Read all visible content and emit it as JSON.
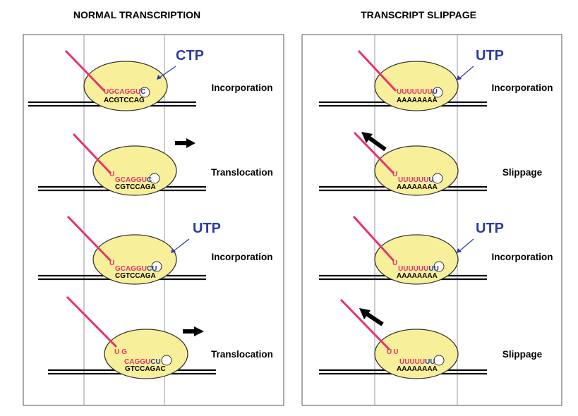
{
  "colors": {
    "rna": "#e8336e",
    "nucleotide": "#2b3aa8",
    "polymerase_fill": "#f7ef9a",
    "polymerase_stroke": "#333333",
    "dna": "#000000",
    "panel_border": "#555555",
    "lane_line": "#999999"
  },
  "panels": [
    {
      "title": "NORMAL TRANSCRIPTION",
      "steps": [
        {
          "label": "Incorporation",
          "nucleotide": "CTP",
          "arrow": "",
          "rna_red": "UGCAGGU",
          "rna_blue": "C",
          "overhang": "",
          "dna": "ACGTCCAG"
        },
        {
          "label": "Translocation",
          "nucleotide": "",
          "arrow": "right",
          "rna_red": "GCAGGU",
          "rna_blue": "C",
          "overhang": "U",
          "dna": "CGTCCAGA"
        },
        {
          "label": "Incorporation",
          "nucleotide": "UTP",
          "arrow": "",
          "rna_red": "GCAGGU",
          "rna_blue": "CU",
          "overhang": "U",
          "dna": "CGTCCAGA"
        },
        {
          "label": "Translocation",
          "nucleotide": "",
          "arrow": "right",
          "rna_red": "CAGGU",
          "rna_blue": "CU",
          "overhang": "UG",
          "dna": "GTCCAGAC"
        }
      ]
    },
    {
      "title": "TRANSCRIPT SLIPPAGE",
      "steps": [
        {
          "label": "Incorporation",
          "nucleotide": "UTP",
          "arrow": "",
          "rna_red": "UUUUUUU",
          "rna_blue": "U",
          "overhang": "",
          "dna": "AAAAAAAA"
        },
        {
          "label": "Slippage",
          "nucleotide": "",
          "arrow": "up-left",
          "rna_red": "UUUUUU",
          "rna_blue": "U",
          "overhang": "U",
          "dna": "AAAAAAAA"
        },
        {
          "label": "Incorporation",
          "nucleotide": "UTP",
          "arrow": "",
          "rna_red": "UUUUUU",
          "rna_blue": "UU",
          "overhang": "U",
          "dna": "AAAAAAAA"
        },
        {
          "label": "Slippage",
          "nucleotide": "",
          "arrow": "up-left",
          "rna_red": "UUUUU",
          "rna_blue": "UU",
          "overhang": "UU",
          "dna": "AAAAAAAA"
        }
      ]
    }
  ]
}
